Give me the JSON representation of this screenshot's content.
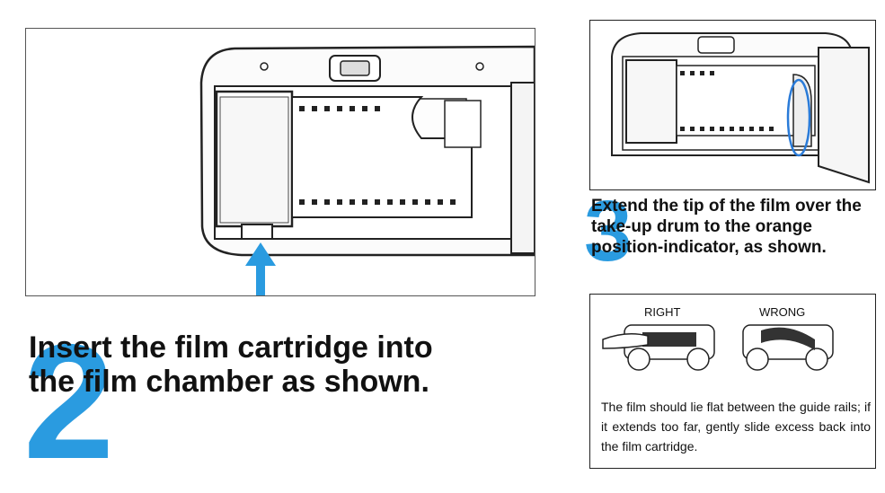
{
  "step2": {
    "number": "2",
    "title_lines": [
      "Insert the film cartridge into",
      "the film chamber as shown."
    ]
  },
  "step3": {
    "number": "3",
    "title": "Extend the tip of the film over the take-up drum to the orange position-indicator, as shown."
  },
  "tip_box": {
    "right_label": "RIGHT",
    "wrong_label": "WRONG",
    "text": "The film should lie flat between the guide rails; if it extends too far, gently slide excess back into the film cartridge."
  },
  "colors": {
    "accent_blue": "#2a9be0",
    "ink": "#111111"
  }
}
